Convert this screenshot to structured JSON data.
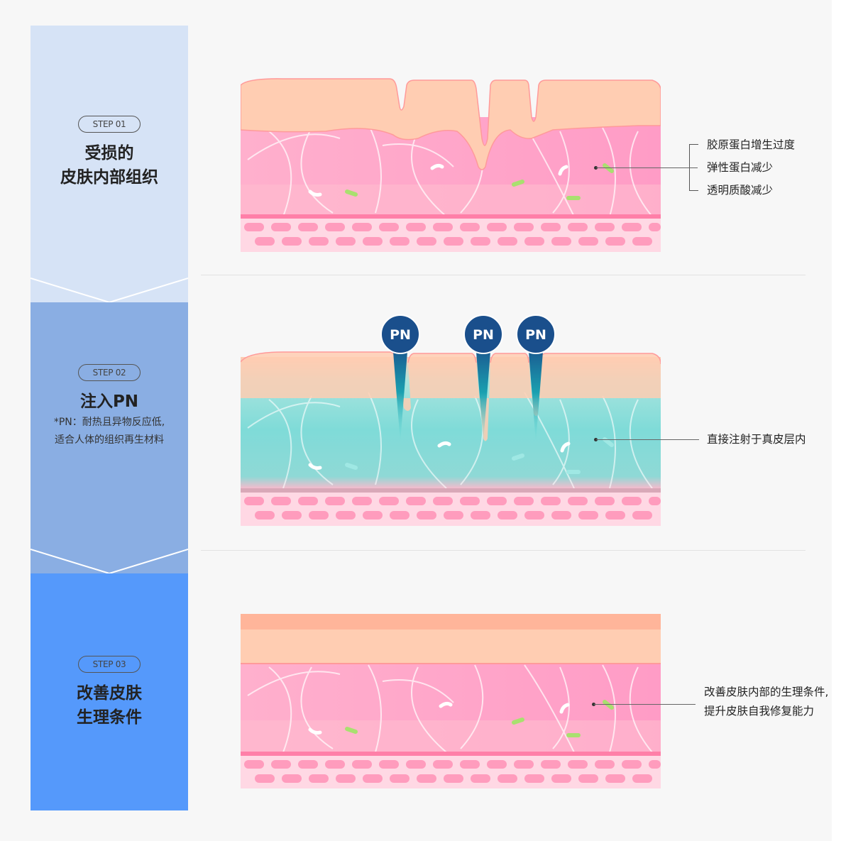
{
  "steps": [
    {
      "badge": "STEP 01",
      "title_line1": "受损的",
      "title_line2": "皮肤内部组织"
    },
    {
      "badge": "STEP 02",
      "title_line1": "注入PN",
      "note_line1": "*PN：耐热且异物反应低,",
      "note_line2": "适合人体的组织再生材料"
    },
    {
      "badge": "STEP 03",
      "title_line1": "改善皮肤",
      "title_line2": "生理条件"
    }
  ],
  "diagram1": {
    "labels": [
      "胶原蛋白增生过度",
      "弹性蛋白减少",
      "透明质酸减少"
    ]
  },
  "diagram2": {
    "needle_label": "PN",
    "label": "直接注射于真皮层内"
  },
  "diagram3": {
    "label_line1": "改善皮肤内部的生理条件,",
    "label_line2": "提升皮肤自我修复能力"
  },
  "colors": {
    "step1_bg": "#d6e3f6",
    "step2_bg": "#8aaee3",
    "step3_bg": "#5599fb",
    "epidermis": "#ffcdb2",
    "dermis": "#ff9ec4",
    "dermis_treated": "#7fdbd8",
    "cells": "#ff8fb3",
    "needle": "#1a4f8c"
  }
}
